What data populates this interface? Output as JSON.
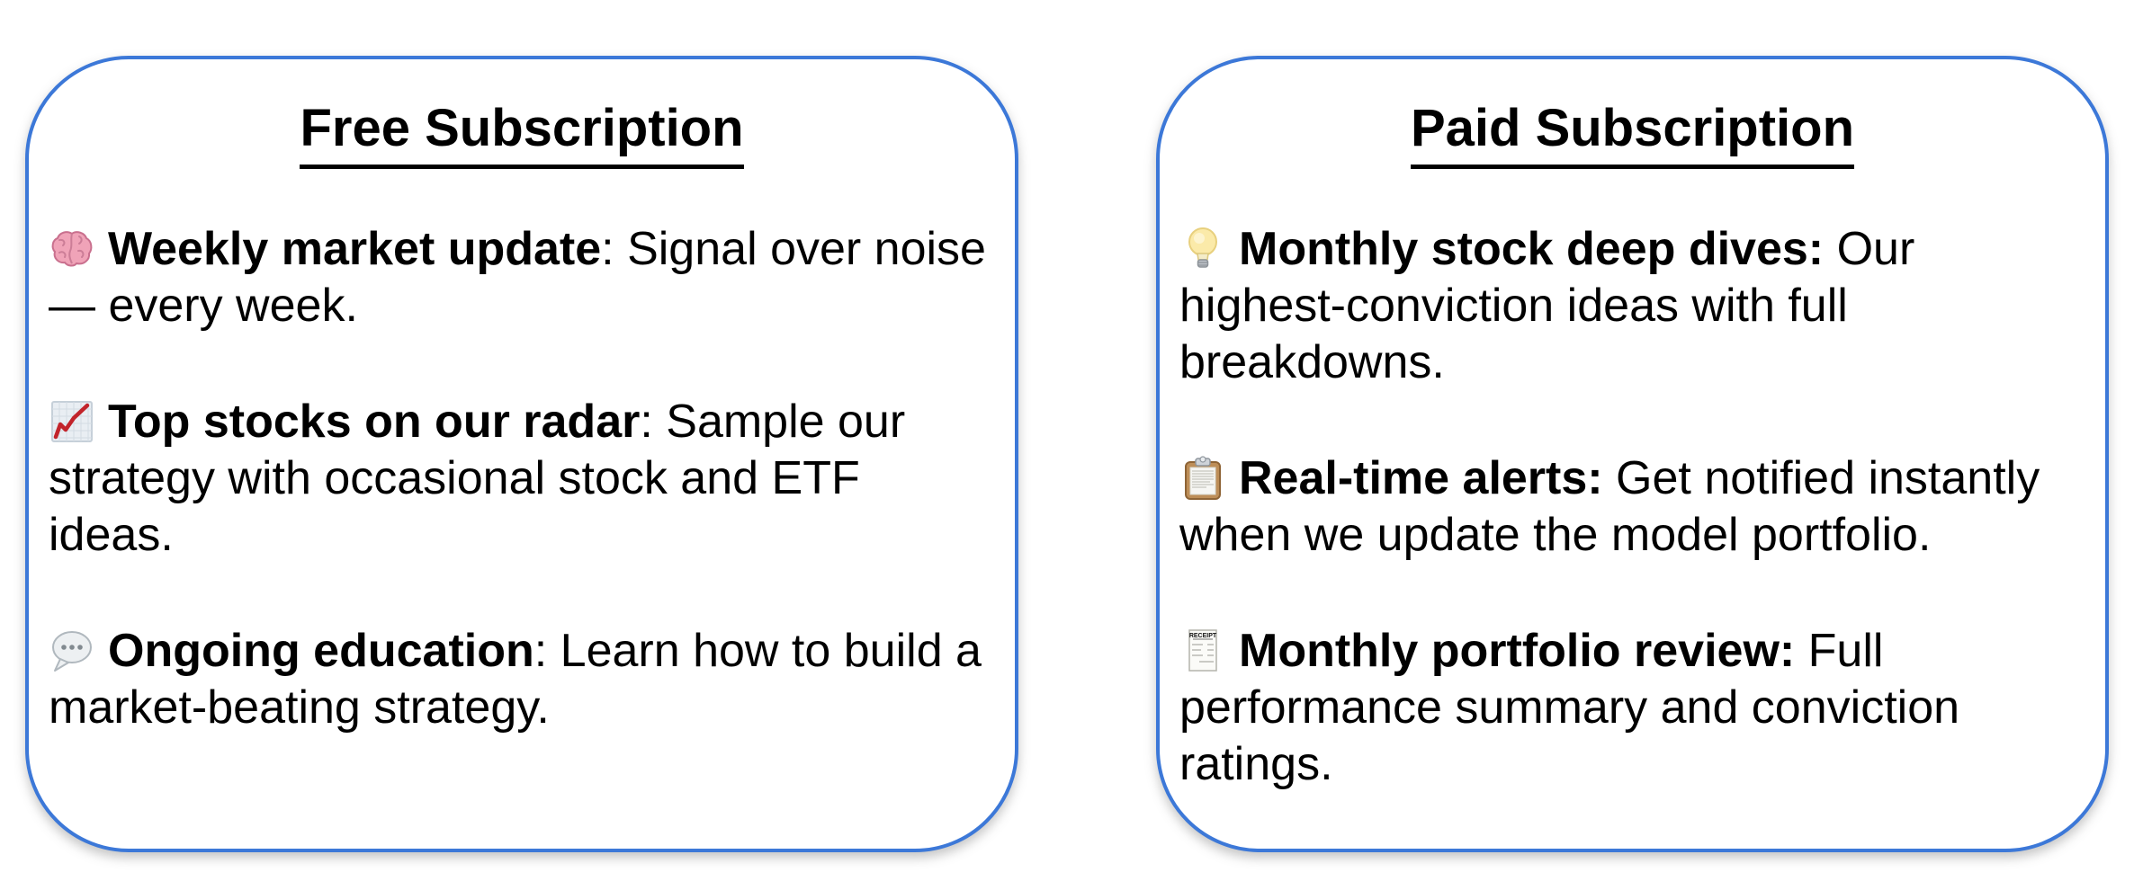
{
  "style": {
    "border_color": "#3c78d8",
    "background_color": "#ffffff",
    "text_color": "#000000"
  },
  "cards": [
    {
      "id": "free",
      "title": "Free Subscription",
      "items": [
        {
          "icon": "brain-icon",
          "bold": "Weekly market update",
          "rest": ": Signal over noise — every week."
        },
        {
          "icon": "chart-increasing-icon",
          "bold": "Top stocks on our radar",
          "rest": ": Sample our strategy with occasional stock and ETF ideas."
        },
        {
          "icon": "speech-balloon-icon",
          "bold": "Ongoing education",
          "rest": ": Learn how to build a market-beating strategy."
        }
      ]
    },
    {
      "id": "paid",
      "title": "Paid Subscription",
      "items": [
        {
          "icon": "light-bulb-icon",
          "bold": "Monthly stock deep dives:",
          "rest": " Our highest-conviction ideas with full breakdowns."
        },
        {
          "icon": "clipboard-icon",
          "bold": "Real-time alerts:",
          "rest": " Get notified instantly when we update the model portfolio."
        },
        {
          "icon": "receipt-icon",
          "bold": "Monthly portfolio review:",
          "rest": " Full performance summary and conviction ratings."
        }
      ]
    }
  ]
}
